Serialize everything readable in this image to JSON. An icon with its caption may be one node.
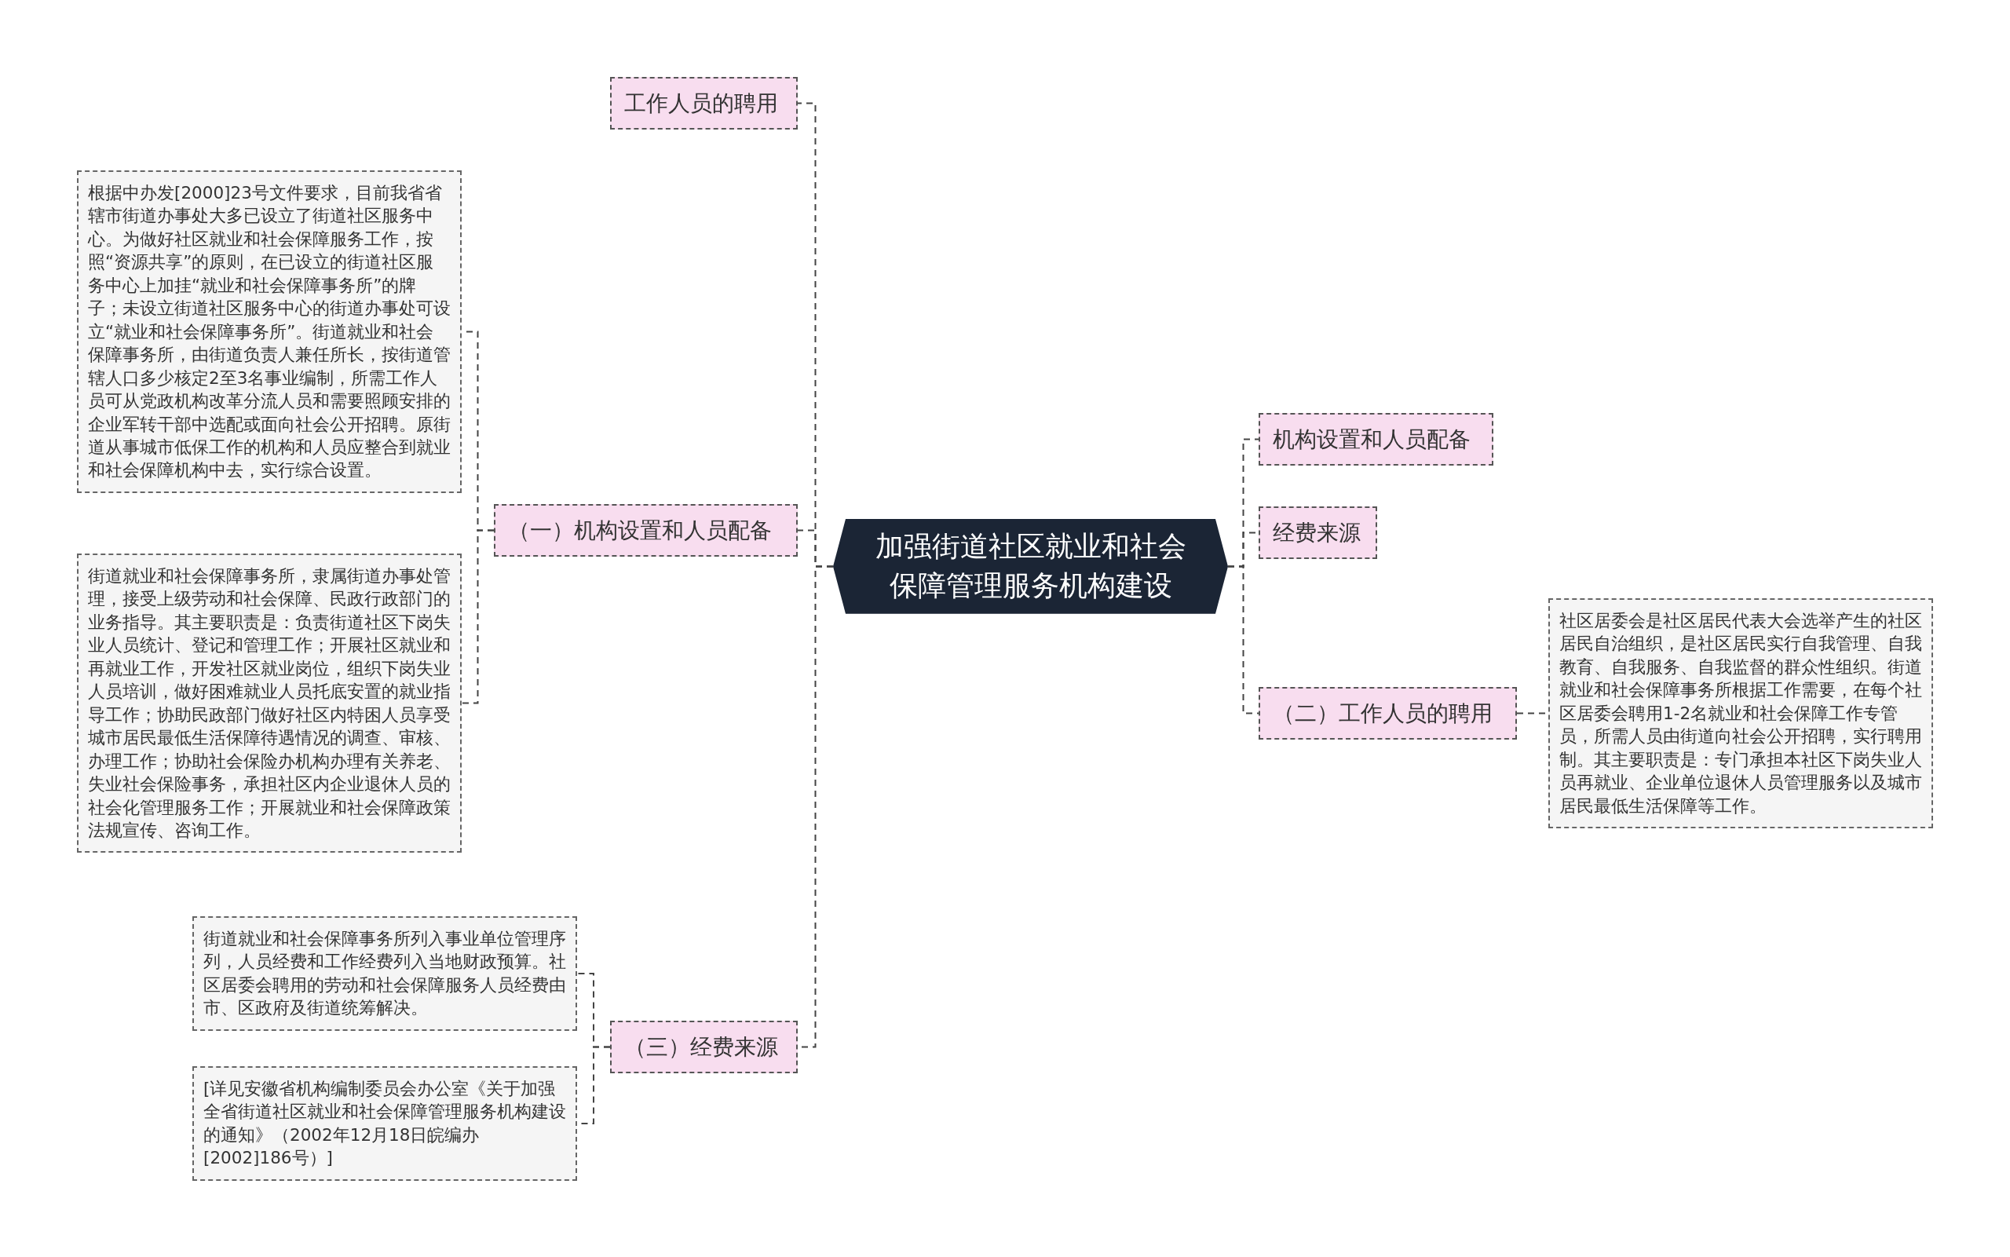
{
  "diagram": {
    "nodes": [
      {
        "text": [
          "加强街道社区就业和社会保障管理服务机构建设"
        ]
      },
      {
        "text": [
          "工作人员的聘用"
        ]
      },
      {
        "text": [
          "（一）机构设置和人员配备"
        ]
      },
      {
        "text": [
          "根据中办发[2000]23号文件要求，目前我省省辖市街道办事处大多已设立了街道社区服务中心。为做好社区就业和社会保障服务工作，按照“资源共享”的原则，在已设立的街道社区服务中心上加挂“就业和社会保障事务所”的牌子；未设立街道社区服务中心的街道办事处可设立“就业和社会保障事务所”。街道就业和社会保障事务所，由街道负责人兼任所长，按街道管辖人口多少核定2至3名事业编制，所需工作人员可从党政机构改革分流人员和需要照顾安排的企业军转干部中选配或面向社会公开招聘。原街道从事城市低保工作的机构和人员应整合到就业和社会保障机构中去，实行综合设置。"
        ]
      },
      {
        "text": [
          "街道就业和社会保障事务所，隶属街道办事处管理，接受上级劳动和社会保障、民政行政部门的业务指导。其主要职责是：负责街道社区下岗失业人员统计、登记和管理工作；开展社区就业和再就业工作，开发社区就业岗位，组织下岗失业人员培训，做好困难就业人员托底安置的就业指导工作；协助民政部门做好社区内特困人员享受城市居民最低生活保障待遇情况的调查、审核、办理工作；协助社会保险办机构办理有关养老、失业社会保险事务，承担社区内企业退休人员的社会化管理服务工作；开展就业和社会保障政策法规宣传、咨询工作。"
        ]
      },
      {
        "text": [
          "（三）经费来源"
        ]
      },
      {
        "text": [
          "街道就业和社会保障事务所列入事业单位管理序列，人员经费和工作经费列入当地财政预算。社区居委会聘用的劳动和社会保障服务人员经费由市、区政府及街道统筹解决。"
        ]
      },
      {
        "text": [
          "[详见安徽省机构编制委员会办公室《关于加强全省街道社区就业和社会保障管理服务机构建设的通知》（2002年12月18日皖编办[2002]186号）]"
        ]
      },
      {
        "text": [
          "机构设置和人员配备"
        ]
      },
      {
        "text": [
          "经费来源"
        ]
      },
      {
        "text": [
          "（二）工作人员的聘用"
        ]
      },
      {
        "text": [
          "社区居委会是社区居民代表大会选举产生的社区居民自治组织，是社区居民实行自我管理、自我教育、自我服务、自我监督的群众性组织。街道就业和社会保障事务所根据工作需要，在每个社区居委会聘用1-2名就业和社会保障工作专管员，所需人员由街道向社会公开招聘，实行聘用制。其主要职责是：专门承担本社区下岗失业人员再就业、企业单位退休人员管理服务以及城市居民最低生活保障等工作。"
        ]
      }
    ],
    "edges": [
      {
        "from": 0,
        "to": 1,
        "arrow": "none",
        "style": "dashed"
      },
      {
        "from": 0,
        "to": 2,
        "arrow": "none",
        "style": "dashed"
      },
      {
        "from": 2,
        "to": 3,
        "arrow": "none",
        "style": "dashed"
      },
      {
        "from": 2,
        "to": 4,
        "arrow": "none",
        "style": "dashed"
      },
      {
        "from": 0,
        "to": 5,
        "arrow": "none",
        "style": "dashed"
      },
      {
        "from": 5,
        "to": 6,
        "arrow": "none",
        "style": "dashed"
      },
      {
        "from": 5,
        "to": 7,
        "arrow": "none",
        "style": "dashed"
      },
      {
        "from": 0,
        "to": 8,
        "arrow": "none",
        "style": "dashed"
      },
      {
        "from": 0,
        "to": 9,
        "arrow": "none",
        "style": "dashed"
      },
      {
        "from": 0,
        "to": 10,
        "arrow": "none",
        "style": "dashed"
      },
      {
        "from": 10,
        "to": 11,
        "arrow": "none",
        "style": "dashed"
      }
    ]
  }
}
